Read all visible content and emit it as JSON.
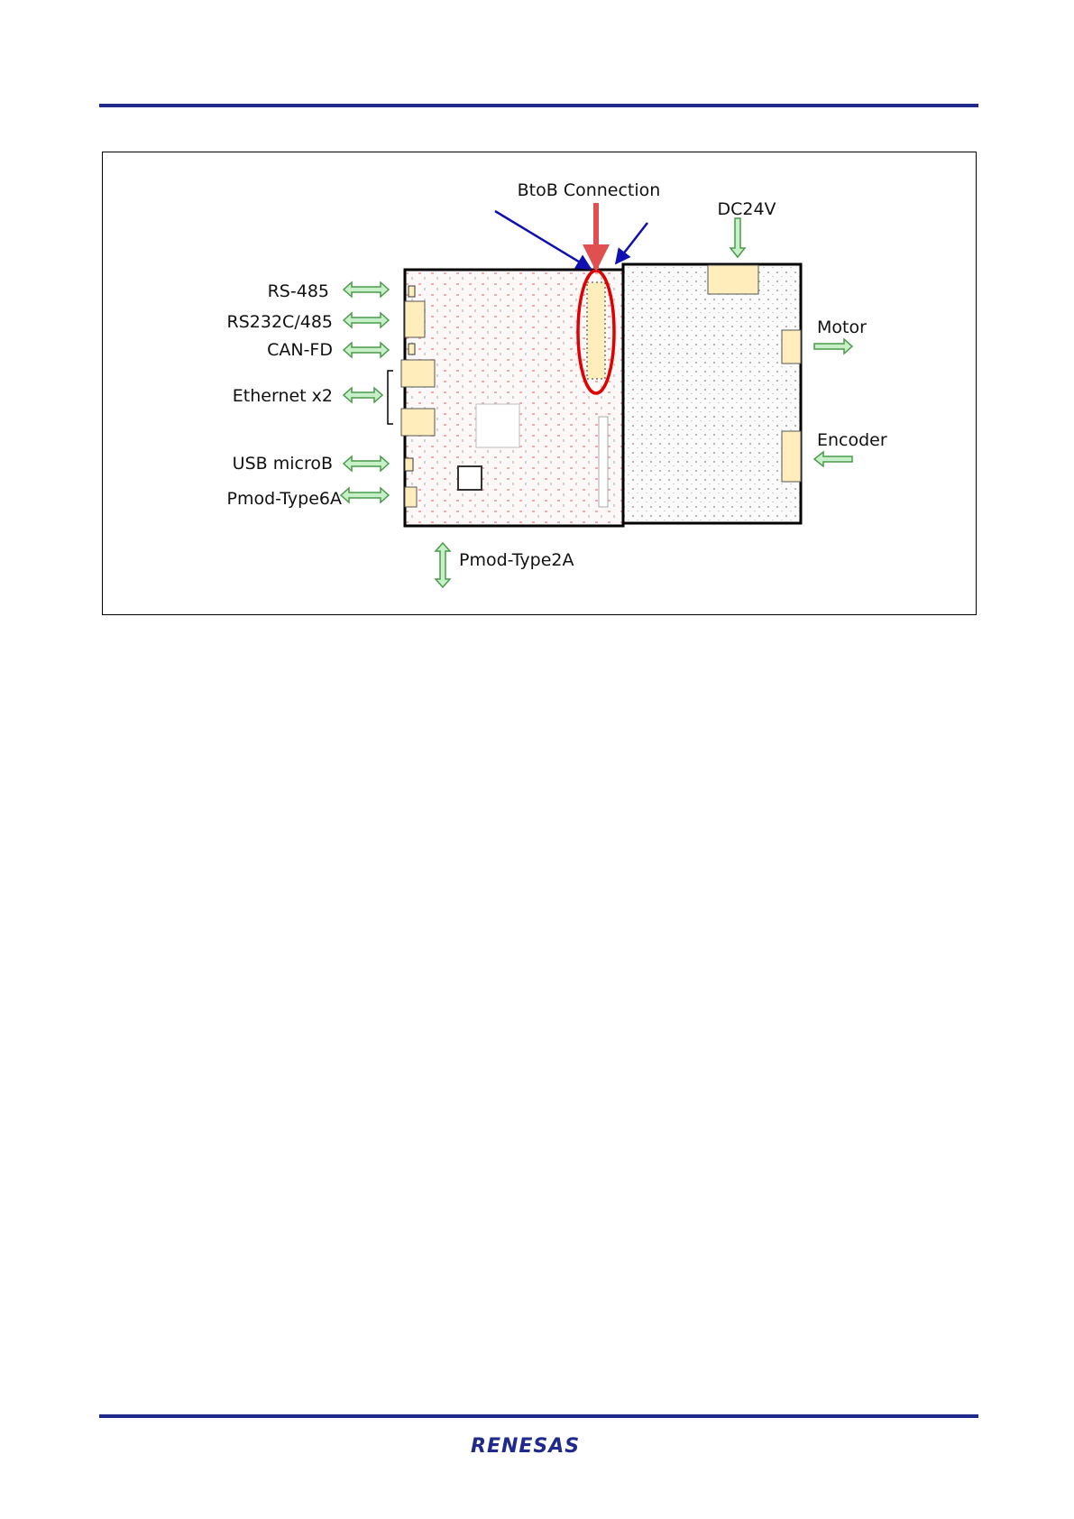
{
  "diagram": {
    "title": "BtoB Connection",
    "power_label": "DC24V",
    "left_labels": [
      "RS-485",
      "RS232C/485",
      "CAN-FD",
      "Ethernet x2",
      "USB microB",
      "Pmod-Type6A"
    ],
    "bottom_label": "Pmod-Type2A",
    "right_labels": [
      "Motor",
      "Encoder"
    ]
  },
  "colors": {
    "rule": "#1f2a8c",
    "highlight_ellipse": "#e00000",
    "pointer_arrows": "#1010b0",
    "arrow_fill": "#c8f0c8",
    "arrow_stroke": "#4a9a4a",
    "connector_fill": "#ffeebb"
  },
  "footer": {
    "logo": "RENESAS"
  }
}
